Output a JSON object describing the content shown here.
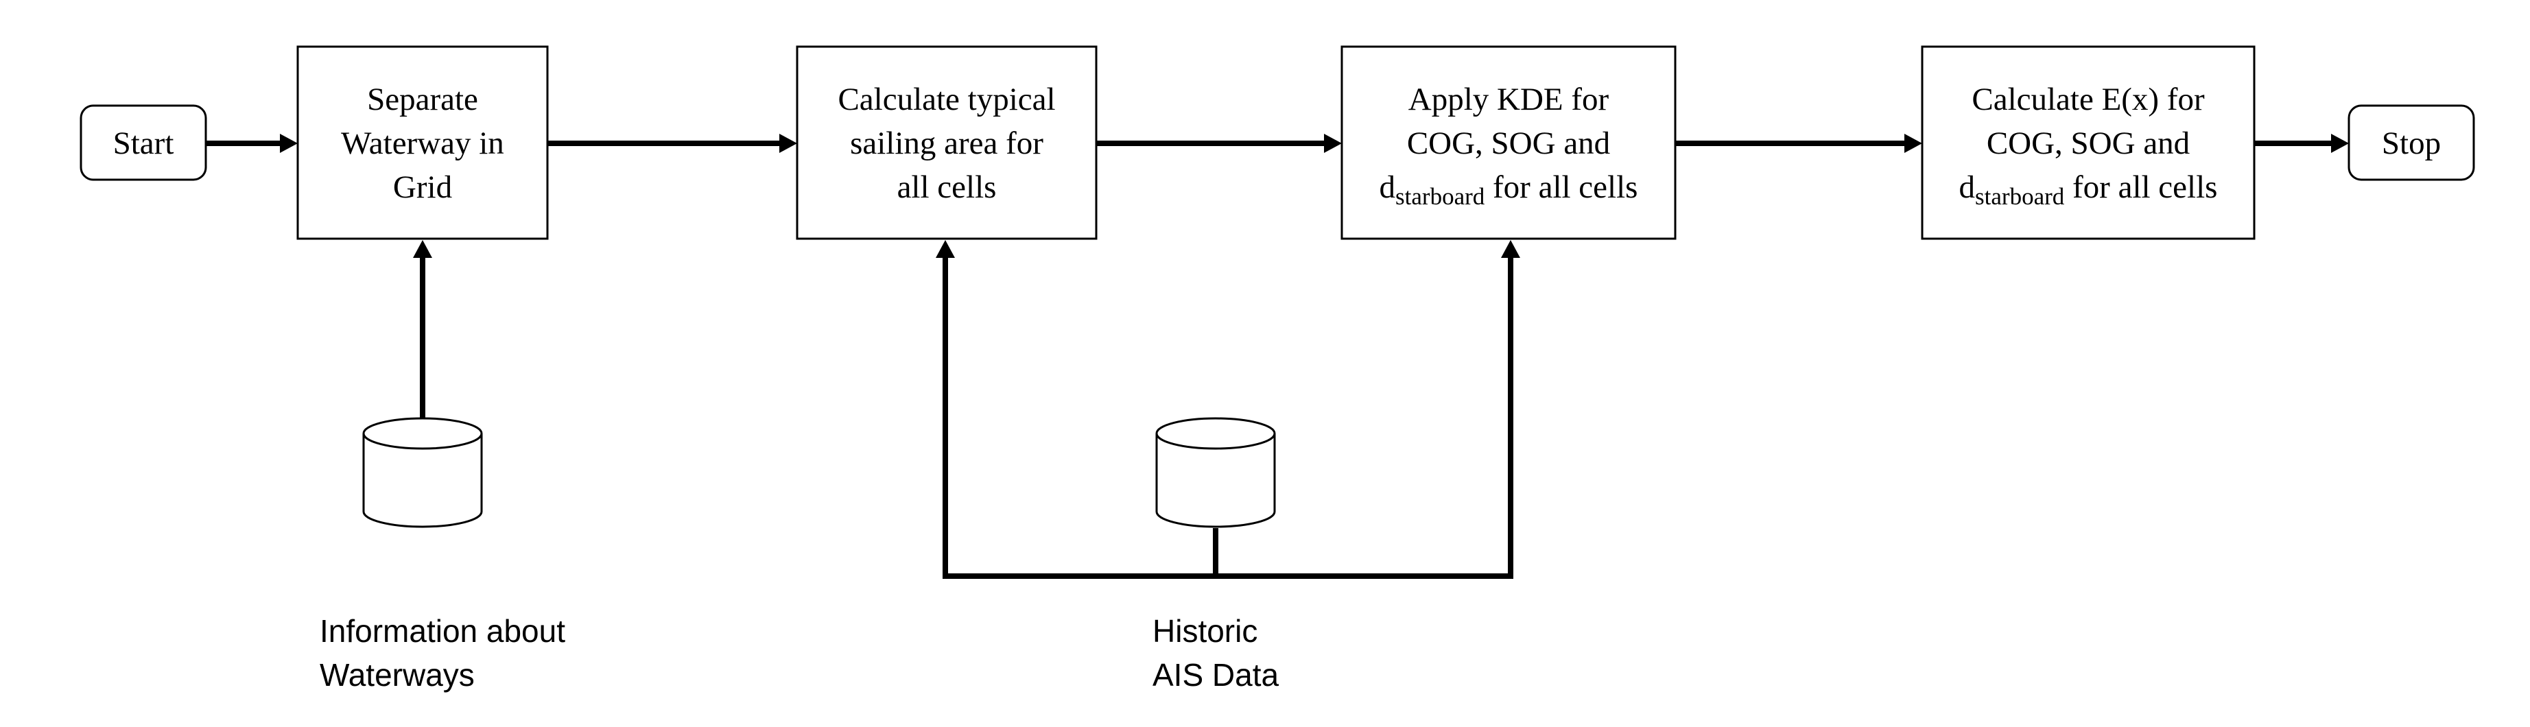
{
  "nodes": {
    "start": {
      "label": "Start"
    },
    "separate": {
      "lines": [
        "Separate",
        "Waterway in",
        "Grid"
      ]
    },
    "typical": {
      "lines": [
        "Calculate typical",
        "sailing area for",
        "all cells"
      ]
    },
    "kde": {
      "lines": [
        "Apply KDE for",
        "COG, SOG and"
      ],
      "last_main": "d",
      "last_sub": "starboard",
      "last_tail": " for all cells"
    },
    "expect": {
      "lines": [
        "Calculate E(x) for",
        "COG, SOG and"
      ],
      "last_main": "d",
      "last_sub": "starboard",
      "last_tail": " for all cells"
    },
    "stop": {
      "label": "Stop"
    }
  },
  "datastores": {
    "waterways": {
      "lines": [
        "Information about",
        "Waterways"
      ]
    },
    "ais": {
      "lines": [
        "Historic",
        "AIS Data"
      ]
    }
  },
  "colors": {
    "stroke": "#000000",
    "background": "#ffffff"
  }
}
